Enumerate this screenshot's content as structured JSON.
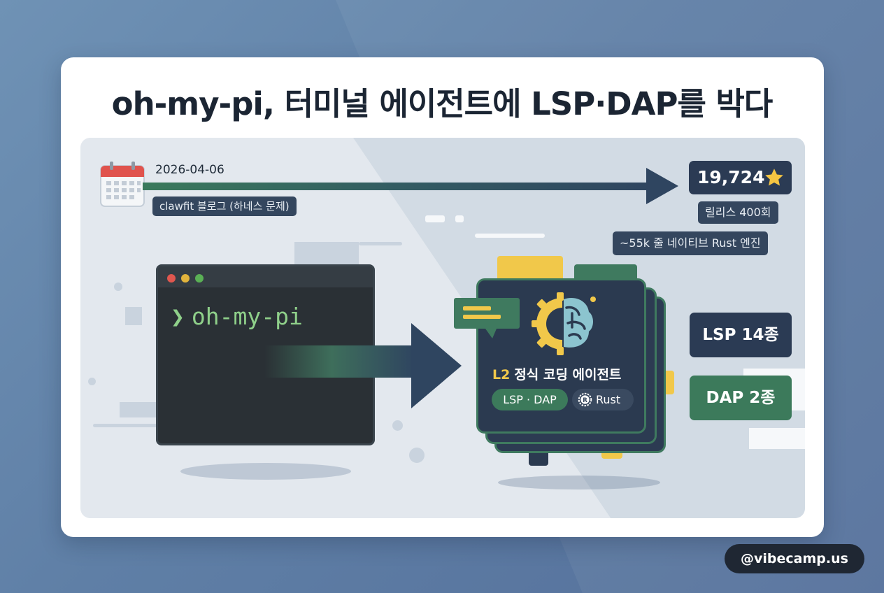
{
  "title": "oh-my-pi, 터미널 에이전트에 LSP·DAP를 박다",
  "timeline": {
    "date": "2026-04-06",
    "source": "clawfit 블로그 (하네스 문제)"
  },
  "stats": {
    "stars": "19,724",
    "releases": "릴리스 400회",
    "engine": "~55k 줄 네이티브 Rust 엔진"
  },
  "terminal": {
    "prompt": "❯",
    "command": "oh-my-pi"
  },
  "agent": {
    "level": "L2",
    "label": "정식 코딩 에이전트",
    "protocols": "LSP · DAP",
    "engine": "Rust"
  },
  "badges": {
    "lsp": "LSP 14종",
    "dap": "DAP 2종"
  },
  "watermark": "@vibecamp.us",
  "colors": {
    "accent_green": "#3c7a5b",
    "navy": "#2b3b54",
    "gold": "#f1c84a",
    "terminal_text": "#8fd08a"
  },
  "icons": [
    "calendar-icon",
    "star-icon",
    "chat-bubble-icon",
    "gear-brain-icon",
    "rust-icon",
    "arrow-right-icon"
  ]
}
